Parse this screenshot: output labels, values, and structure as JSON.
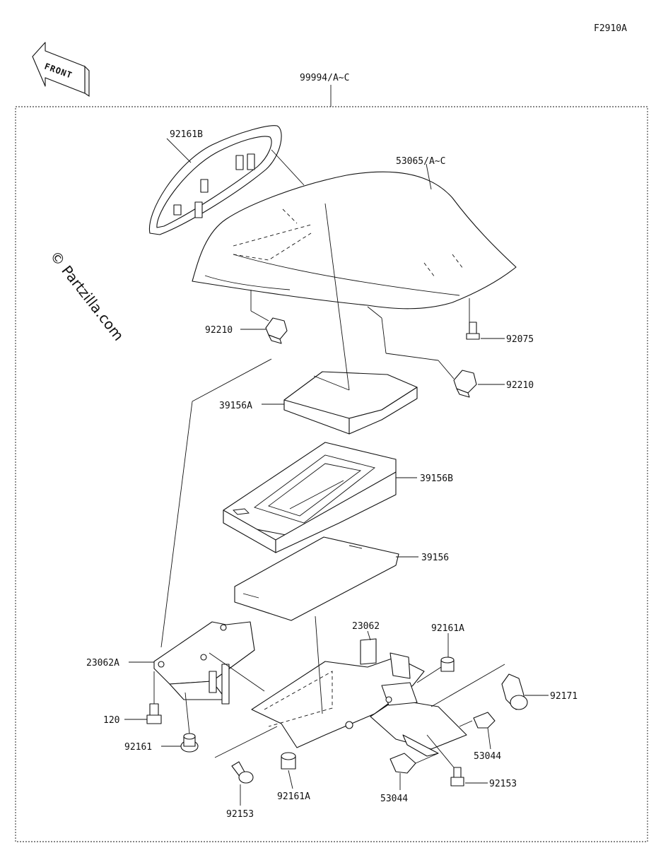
{
  "figure_code": "F2910A",
  "direction_arrow": "FRONT",
  "watermark": "© Partzilla.com",
  "labels": {
    "assembly": "99994/A~C",
    "cover": "53065/A~C",
    "cap_top": "92161B",
    "clip_left": "92210",
    "bolt_right": "92075",
    "clip_right": "92210",
    "pad_upper": "39156A",
    "pad_frame": "39156B",
    "pad_sheet": "39156",
    "bracket_main": "23062",
    "damper_right": "92161A",
    "bracket_left": "23062A",
    "clamp": "92171",
    "bolt_left": "120",
    "damper_left": "92161",
    "nut_right": "53044",
    "bolt_bottom_right": "92153",
    "bolt_bottom_left": "92153",
    "damper_bottom": "92161A",
    "nut_bottom": "53044"
  }
}
